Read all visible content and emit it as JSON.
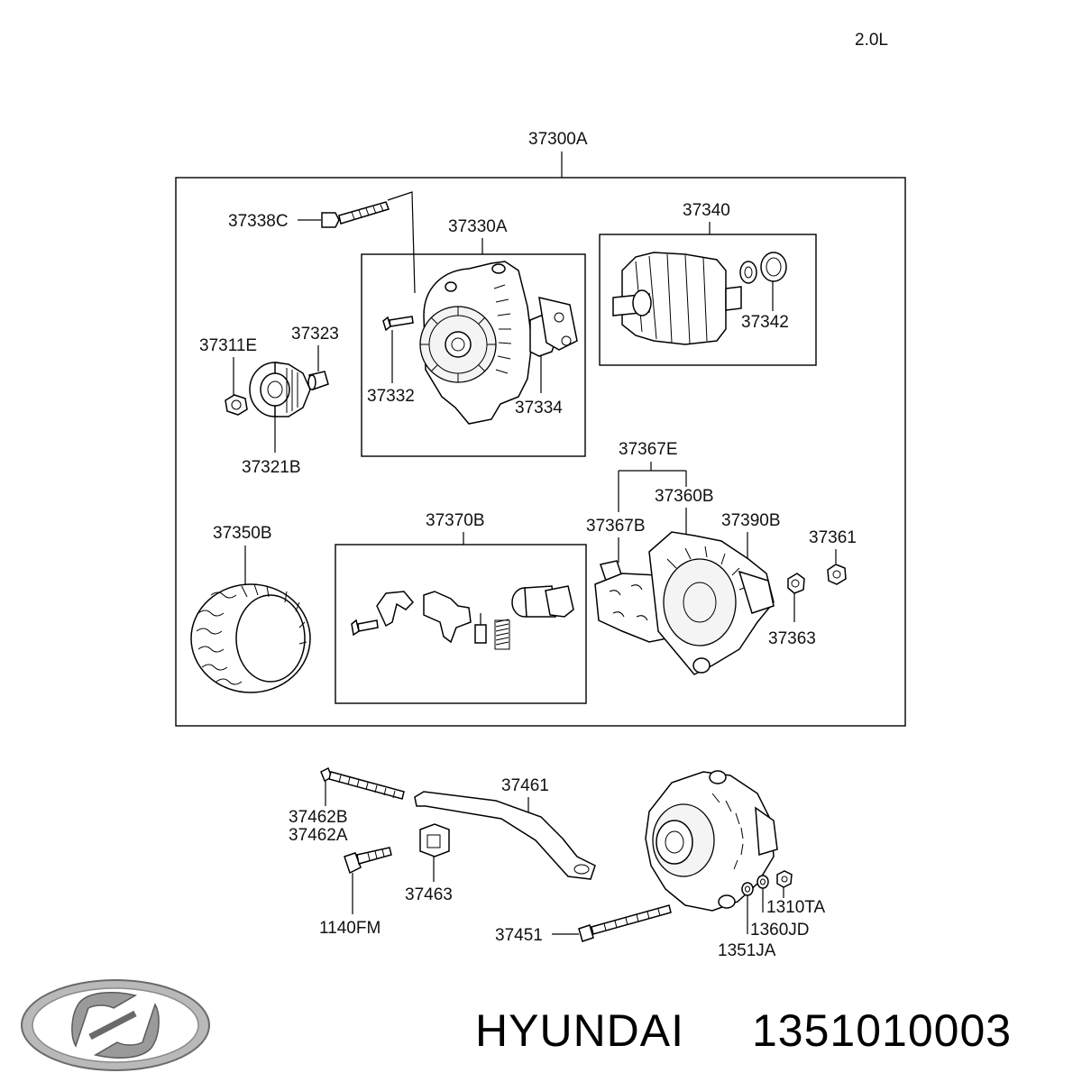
{
  "header": {
    "engine": "2.0L"
  },
  "labels": {
    "l_37300A": "37300A",
    "l_37338C": "37338C",
    "l_37330A": "37330A",
    "l_37340": "37340",
    "l_37342": "37342",
    "l_37311E": "37311E",
    "l_37323": "37323",
    "l_37332": "37332",
    "l_37334": "37334",
    "l_37321B": "37321B",
    "l_37367E": "37367E",
    "l_37360B": "37360B",
    "l_37350B": "37350B",
    "l_37370B": "37370B",
    "l_37367B": "37367B",
    "l_37390B": "37390B",
    "l_37361": "37361",
    "l_37363": "37363",
    "l_37461": "37461",
    "l_37462B": "37462B",
    "l_37462A": "37462A",
    "l_37463": "37463",
    "l_1140FM": "1140FM",
    "l_1310TA": "1310TA",
    "l_1360JD": "1360JD",
    "l_37451": "37451",
    "l_1351JA": "1351JA"
  },
  "footer": {
    "brand": "HYUNDAI",
    "part_number": "1351010003",
    "logo_icon": "hyundai-logo-icon"
  }
}
